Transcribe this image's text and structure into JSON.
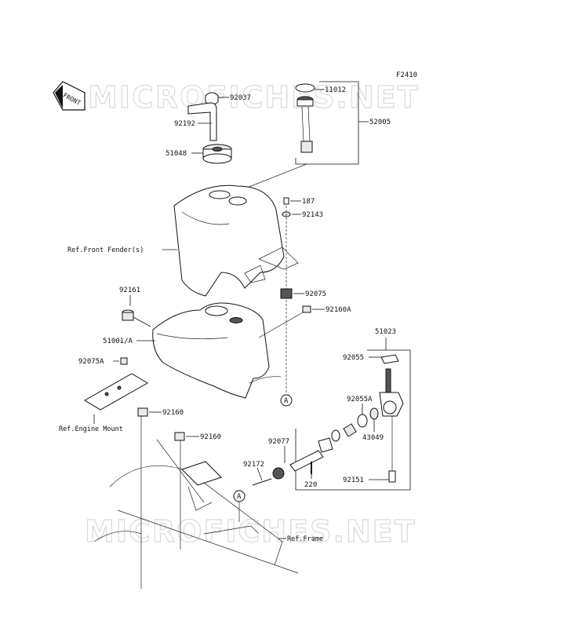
{
  "watermark": {
    "top": "MICROFICHES.NET",
    "bottom": "MICROFICHES.NET"
  },
  "figure_code": "F2410",
  "front_badge": "FRONT",
  "part_labels": {
    "p92037": "92037",
    "p92192": "92192",
    "p51048": "51048",
    "p11012": "11012",
    "p52005": "52005",
    "p187": "187",
    "p92143": "92143",
    "p92075": "92075",
    "p92161": "92161",
    "p92160A": "92160A",
    "p51001A": "51001/A",
    "p51023": "51023",
    "p92055": "92055",
    "p92075A": "92075A",
    "p92055A": "92055A",
    "p43049": "43049",
    "p92160a": "92160",
    "p92160b": "92160",
    "p92077": "92077",
    "p92172": "92172",
    "p220": "220",
    "p92151": "92151"
  },
  "ref_labels": {
    "front_fender": "Ref.Front Fender(s)",
    "engine_mount": "Ref.Engine Mount",
    "frame": "Ref.Frame"
  },
  "markers": {
    "a1": "A",
    "a2": "A"
  }
}
